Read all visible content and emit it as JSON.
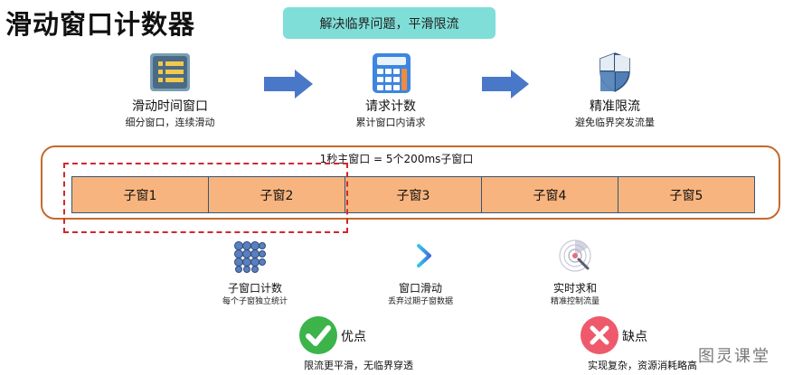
{
  "title": "滑动窗口计数器",
  "tagline": "解决临界问题，平滑限流",
  "steps": [
    {
      "title": "滑动时间窗口",
      "subtitle": "细分窗口，连续滑动",
      "icon": "list-icon"
    },
    {
      "title": "请求计数",
      "subtitle": "累计窗口内请求",
      "icon": "calculator-icon"
    },
    {
      "title": "精准限流",
      "subtitle": "避免临界突发流量",
      "icon": "shield-icon"
    }
  ],
  "window": {
    "caption": "1秒主窗口 = 5个200ms子窗口",
    "cells": [
      "子窗1",
      "子窗2",
      "子窗3",
      "子窗4",
      "子窗5"
    ]
  },
  "features": [
    {
      "title": "子窗口计数",
      "subtitle": "每个子窗独立统计",
      "icon": "grid-icon"
    },
    {
      "title": "窗口滑动",
      "subtitle": "丢弃过期子窗数据",
      "icon": "right-arrow-icon"
    },
    {
      "title": "实时求和",
      "subtitle": "精准控制流量",
      "icon": "radar-icon"
    }
  ],
  "pros": {
    "title": "优点",
    "subtitle": "限流更平滑，无临界穿透",
    "icon": "check-icon",
    "color": "#3cb44a"
  },
  "cons": {
    "title": "缺点",
    "subtitle": "实现复杂，资源消耗略高",
    "icon": "cross-icon",
    "color": "#ee5a6b"
  },
  "watermark": "图灵课堂"
}
